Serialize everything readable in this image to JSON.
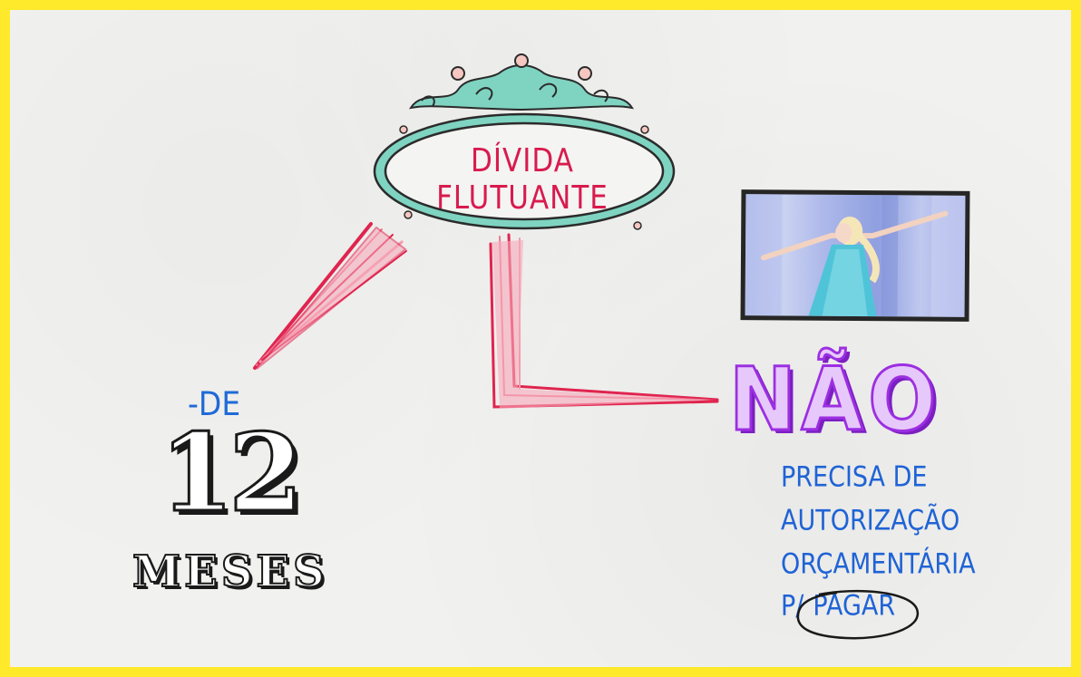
{
  "title": "DÍVIDA FLUTUANTE",
  "left_branch": {
    "prefix": "-DE",
    "number": "12",
    "unit": "MESES"
  },
  "right_branch": {
    "heading": "NÃO",
    "lines": [
      "PRECISA DE",
      "AUTORIZAÇÃO",
      "ORÇAMENTÁRIA"
    ],
    "last_line_prefix": "P/",
    "last_line_word": "PAGAR"
  },
  "colors": {
    "border": "#ffe92b",
    "title": "#d81b4e",
    "frame": "#6ec8b3",
    "connector": "#e0244f",
    "blue_text": "#1f63d6",
    "purple": "#9c2fe1"
  },
  "image": {
    "icon": "elsa-frozen-photo"
  }
}
